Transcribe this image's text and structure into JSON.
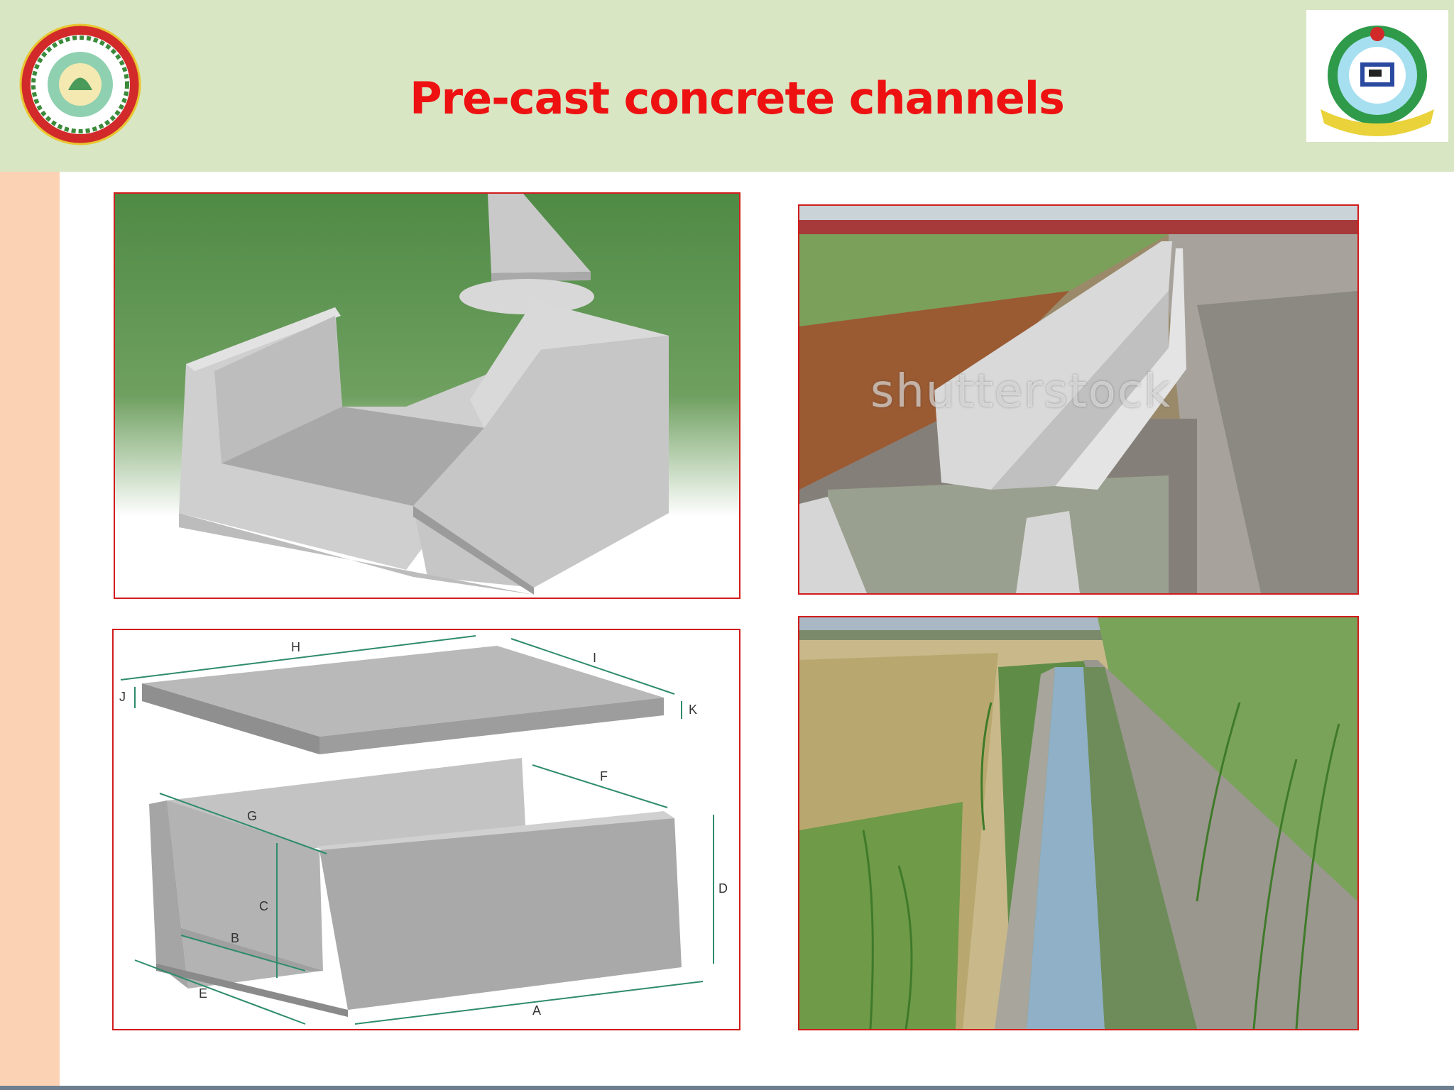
{
  "slide": {
    "title": "Pre-cast concrete channels"
  },
  "photos": {
    "trench_watermark": "shutterstock"
  },
  "diagram": {
    "labels": {
      "a": "A",
      "b": "B",
      "c": "C",
      "d": "D",
      "e": "E",
      "f": "F",
      "g": "G",
      "h": "H",
      "i": "I",
      "j": "J",
      "k": "K"
    }
  },
  "colors": {
    "header_bg": "#d8e6c3",
    "title": "#ee1111",
    "frame": "#d11c1c",
    "side_stripe": "#fcd2b5",
    "dimension_line": "#2e8b6e"
  }
}
